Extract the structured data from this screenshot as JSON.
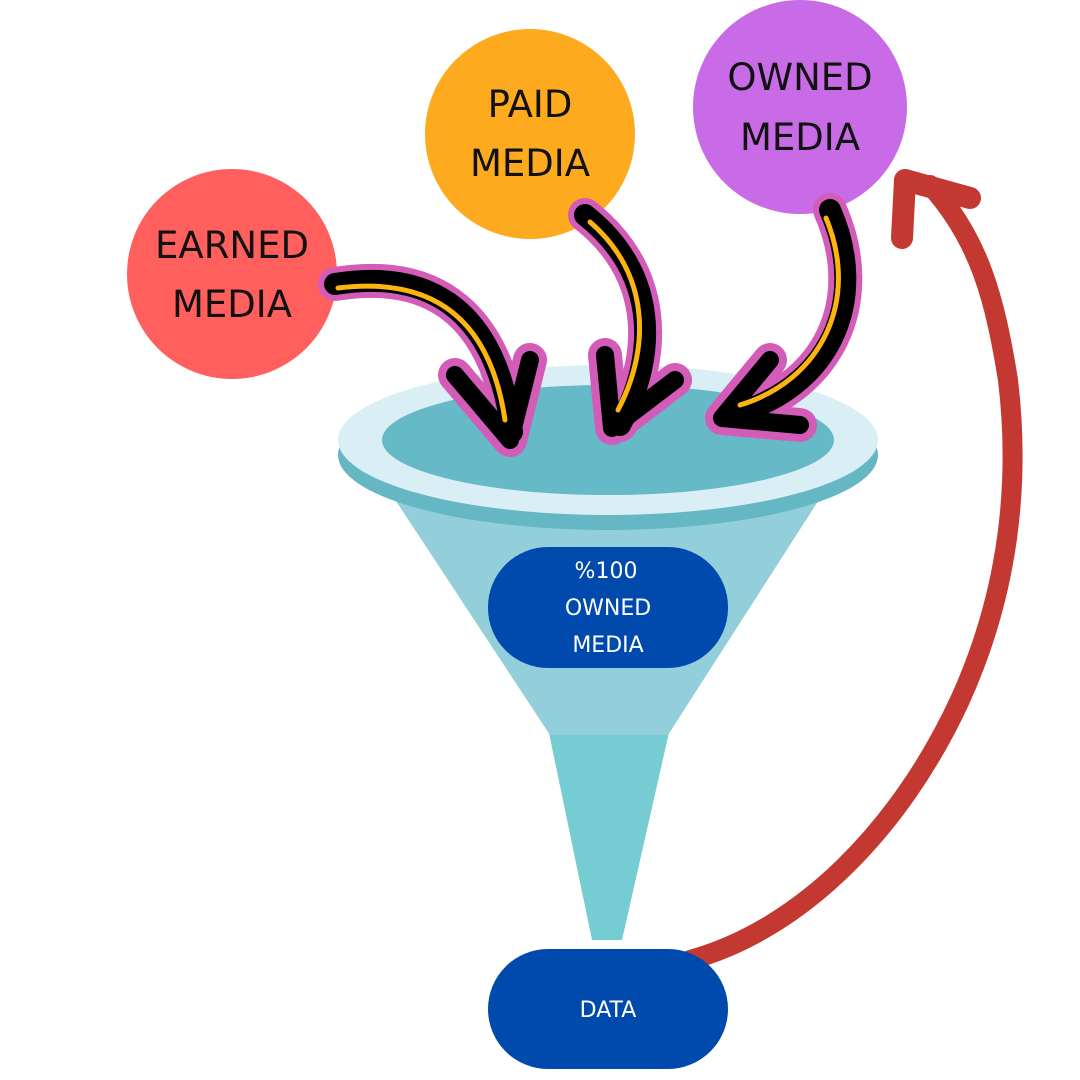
{
  "sources": [
    {
      "id": "earned",
      "lines": [
        "EARNED",
        "MEDIA"
      ],
      "color": "#FF5F5D"
    },
    {
      "id": "paid",
      "lines": [
        "PAID",
        "MEDIA"
      ],
      "color": "#FDAA1F"
    },
    {
      "id": "owned",
      "lines": [
        "OWNED",
        "MEDIA"
      ],
      "color": "#C96AE6"
    }
  ],
  "funnel_label": {
    "lines": [
      "%100",
      "OWNED",
      "MEDIA"
    ]
  },
  "output_label": "DATA",
  "colors": {
    "funnel_rim": "#D9EEF5",
    "funnel_bowl": "#66B9C6",
    "funnel_rim_edge": "#64B7C3",
    "funnel_cone": "#93CEDB",
    "funnel_spout": "#76CCD3",
    "pill": "#004AAD",
    "feedback_arrow": "#C33931",
    "arrow_stroke": "#000000",
    "arrow_core": "#FDB40F",
    "arrow_outline": "#D35CB8"
  }
}
